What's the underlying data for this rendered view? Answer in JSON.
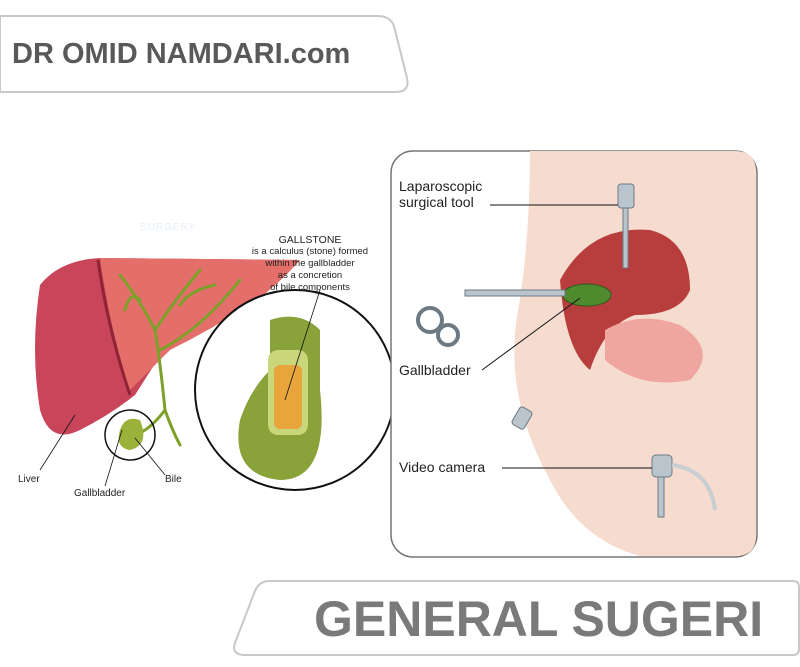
{
  "header": {
    "site_title": "DR OMID NAMDARI.com"
  },
  "footer": {
    "title": "GENERAL SUGERI"
  },
  "left_diagram": {
    "watermark": "SURGERY",
    "gallstone_title": "GALLSTONE",
    "gallstone_desc": [
      "is a calculus (stone) formed",
      "within the gallbladder",
      "as a concretion",
      "of bile components"
    ],
    "labels": {
      "liver": "Liver",
      "gallbladder": "Gallbladder",
      "bile": "Bile"
    }
  },
  "right_diagram": {
    "labels": {
      "tool_line1": "Laparoscopic",
      "tool_line2": "surgical tool",
      "gallbladder": "Gallbladder",
      "camera": "Video camera"
    }
  },
  "colors": {
    "banner_text": "#595959",
    "footer_text": "#7a7a7a",
    "liver": "#c9455a",
    "gallbladder": "#8aa23a"
  }
}
